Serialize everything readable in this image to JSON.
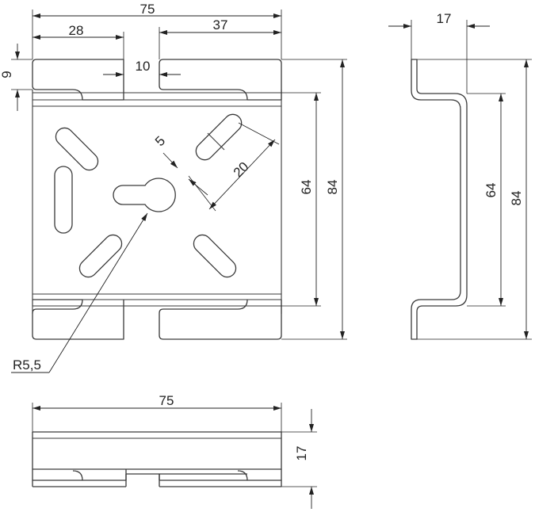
{
  "dimensions": {
    "top_width": "75",
    "left_slot_width": "28",
    "right_slot_width": "37",
    "slot_gap": "10",
    "slot_height": "9",
    "slot_length": "20",
    "slot_width": "5",
    "inner_height_front": "64",
    "total_height_front": "84",
    "side_depth": "17",
    "inner_height_side": "64",
    "total_height_side": "84",
    "bottom_width": "75",
    "bottom_depth": "17",
    "keyhole_radius": "R5,5"
  }
}
